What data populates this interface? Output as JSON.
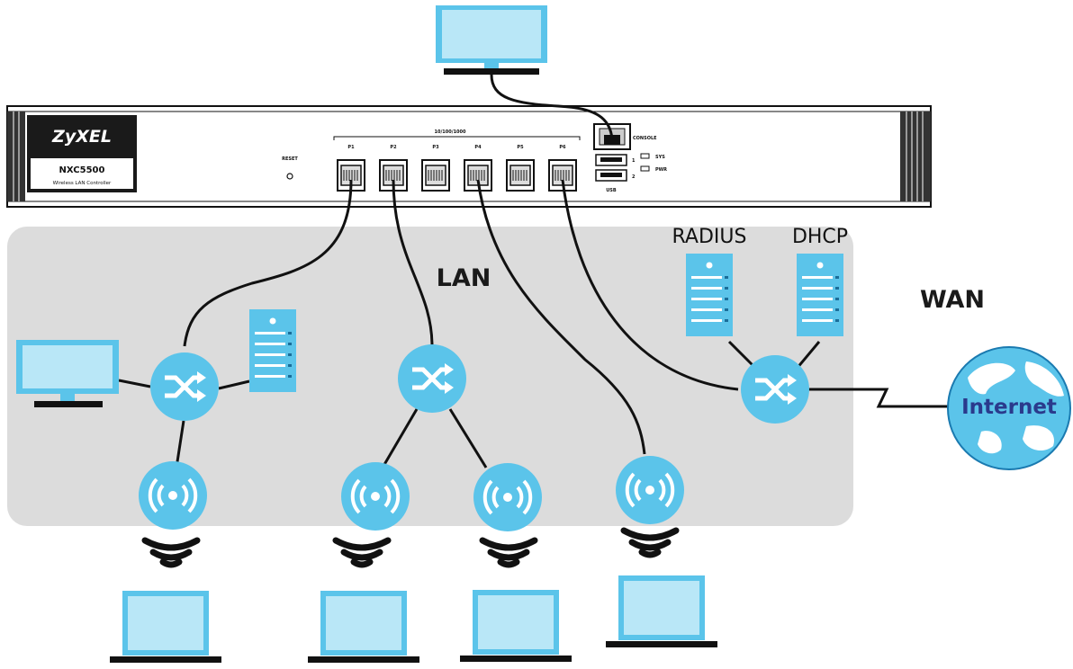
{
  "device": {
    "brand": "ZyXEL",
    "model": "NXC5500",
    "subtitle": "Wireless LAN Controller",
    "reset_label": "RESET",
    "speed_label": "10/100/1000",
    "ports": [
      "P1",
      "P2",
      "P3",
      "P4",
      "P5",
      "P6"
    ],
    "console_label": "CONSOLE",
    "usb_label": "USB",
    "usb_numbers": [
      "1",
      "2"
    ],
    "led_labels": [
      "SYS",
      "PWR"
    ]
  },
  "zones": {
    "lan": "LAN",
    "wan": "WAN"
  },
  "servers": {
    "radius": "RADIUS",
    "dhcp": "DHCP"
  },
  "internet": "Internet",
  "colors": {
    "device_blue": "#5bc4ea",
    "device_light": "#b9e7f7",
    "lan_zone": "#dcdcdc",
    "line": "#111111",
    "globe_text": "#2a3a8c"
  },
  "icons": [
    "monitor-icon",
    "switch-icon",
    "server-icon",
    "access-point-icon",
    "wifi-signal-icon",
    "laptop-icon",
    "globe-icon"
  ]
}
